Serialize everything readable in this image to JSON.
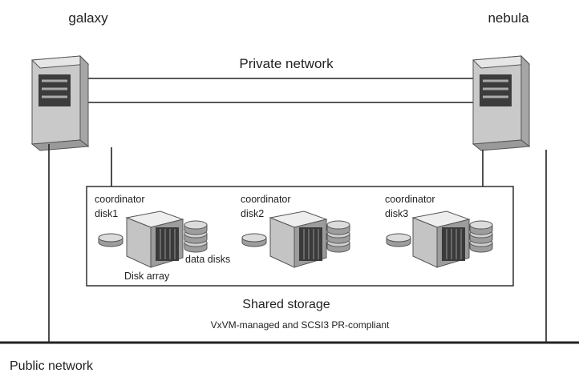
{
  "nodes": {
    "left": "galaxy",
    "right": "nebula"
  },
  "networks": {
    "private": "Private network",
    "public": "Public network"
  },
  "storage": {
    "title": "Shared storage",
    "subtitle": "VxVM-managed and SCSI3 PR-compliant",
    "array_label": "Disk array",
    "data_disks_label": "data disks",
    "coordinators": [
      {
        "line1": "coordinator",
        "line2": "disk1"
      },
      {
        "line1": "coordinator",
        "line2": "disk2"
      },
      {
        "line1": "coordinator",
        "line2": "disk3"
      }
    ]
  },
  "icons": [
    "server-icon",
    "disk-array-icon",
    "disk-stack-icon",
    "coordinator-disk-icon"
  ]
}
